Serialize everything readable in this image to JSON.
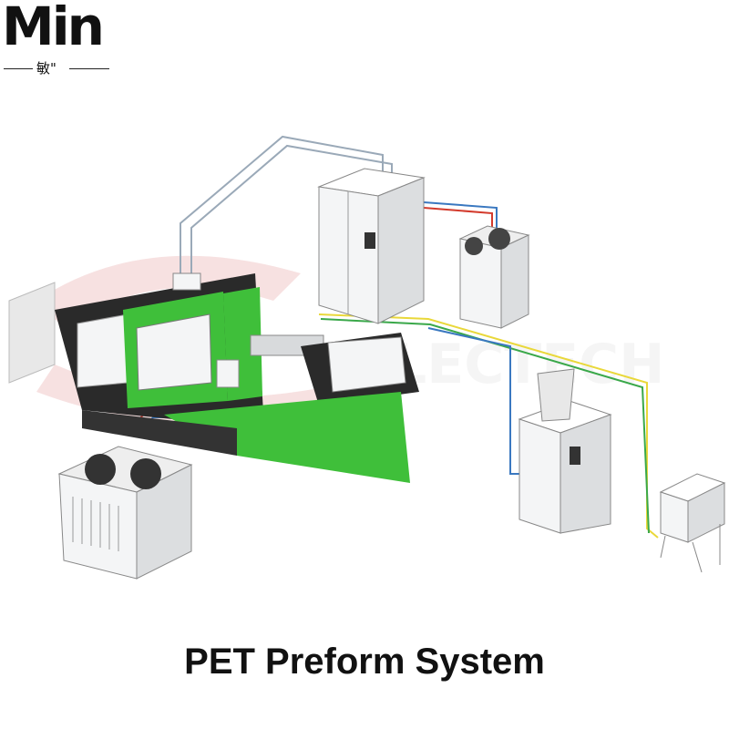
{
  "logo": {
    "main": "Min",
    "sub": "敏\""
  },
  "caption": "PET Preform System",
  "colors": {
    "machine_green": "#3fbf3a",
    "machine_dark": "#2a2a2a",
    "unit_white": "#f4f5f6",
    "pipe_blue": "#3a78c0",
    "pipe_red": "#d33a2c",
    "pipe_yellow": "#e9d83a",
    "pipe_green": "#3aa84a",
    "duct_outline": "#9aa9b8",
    "watermark_red": "#e8b7b7"
  },
  "icons": [
    "fan-icon",
    "control-panel-icon"
  ]
}
